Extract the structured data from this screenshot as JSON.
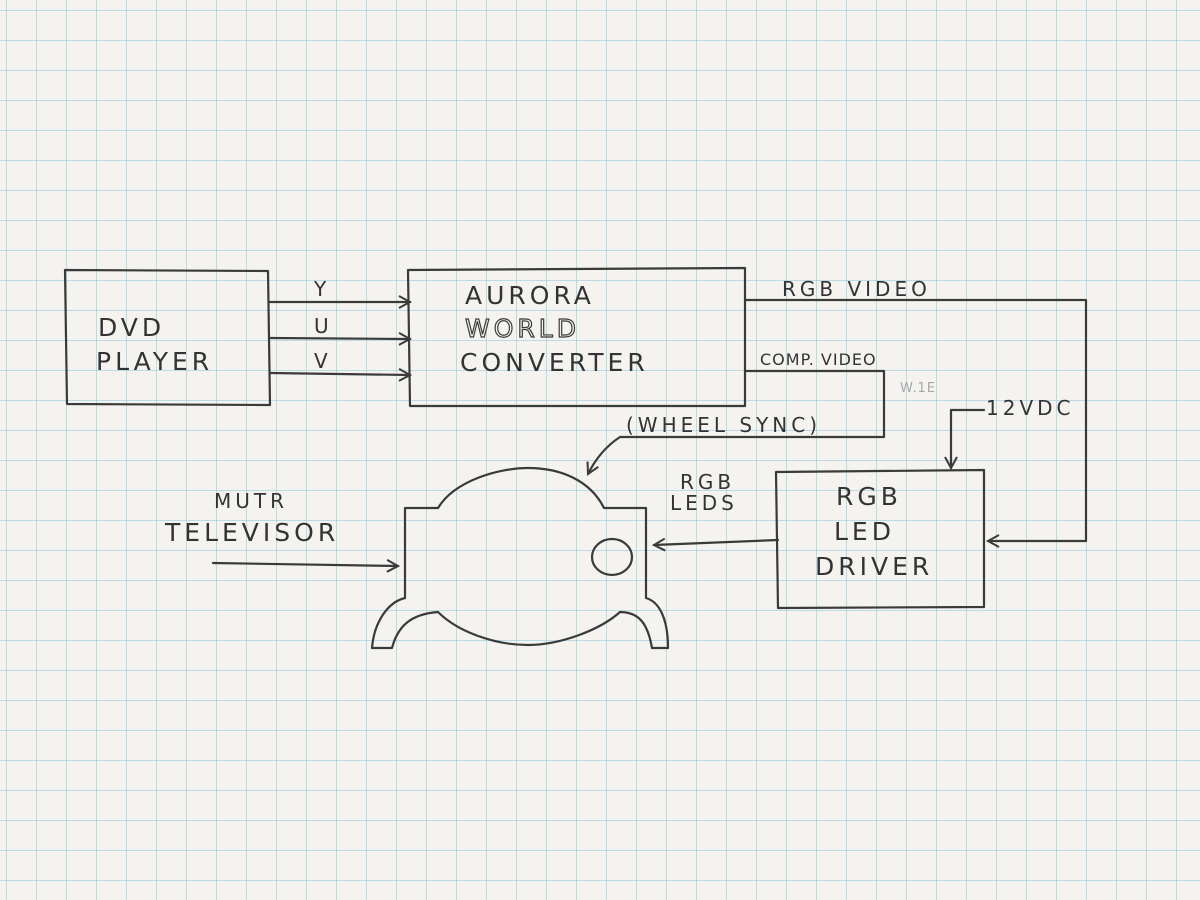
{
  "blocks": {
    "dvd_player": {
      "line1": "DVD",
      "line2": "PLAYER"
    },
    "converter": {
      "line1": "AURORA",
      "line2": "WORLD",
      "line3": "CONVERTER"
    },
    "led_driver": {
      "line1": "RGB",
      "line2": "LED",
      "line3": "DRIVER"
    }
  },
  "signals": {
    "y": "Y",
    "u": "U",
    "v": "V",
    "rgb_video": "RGB VIDEO",
    "comp_video": "COMP. VIDEO",
    "faint_note": "W.1E",
    "wheel_sync": "(WHEEL SYNC)",
    "power": "12VDC",
    "rgb_leds_line1": "RGB",
    "rgb_leds_line2": "LEDS"
  },
  "device": {
    "label_line1": "MUTR",
    "label_line2": "TELEVISOR"
  }
}
